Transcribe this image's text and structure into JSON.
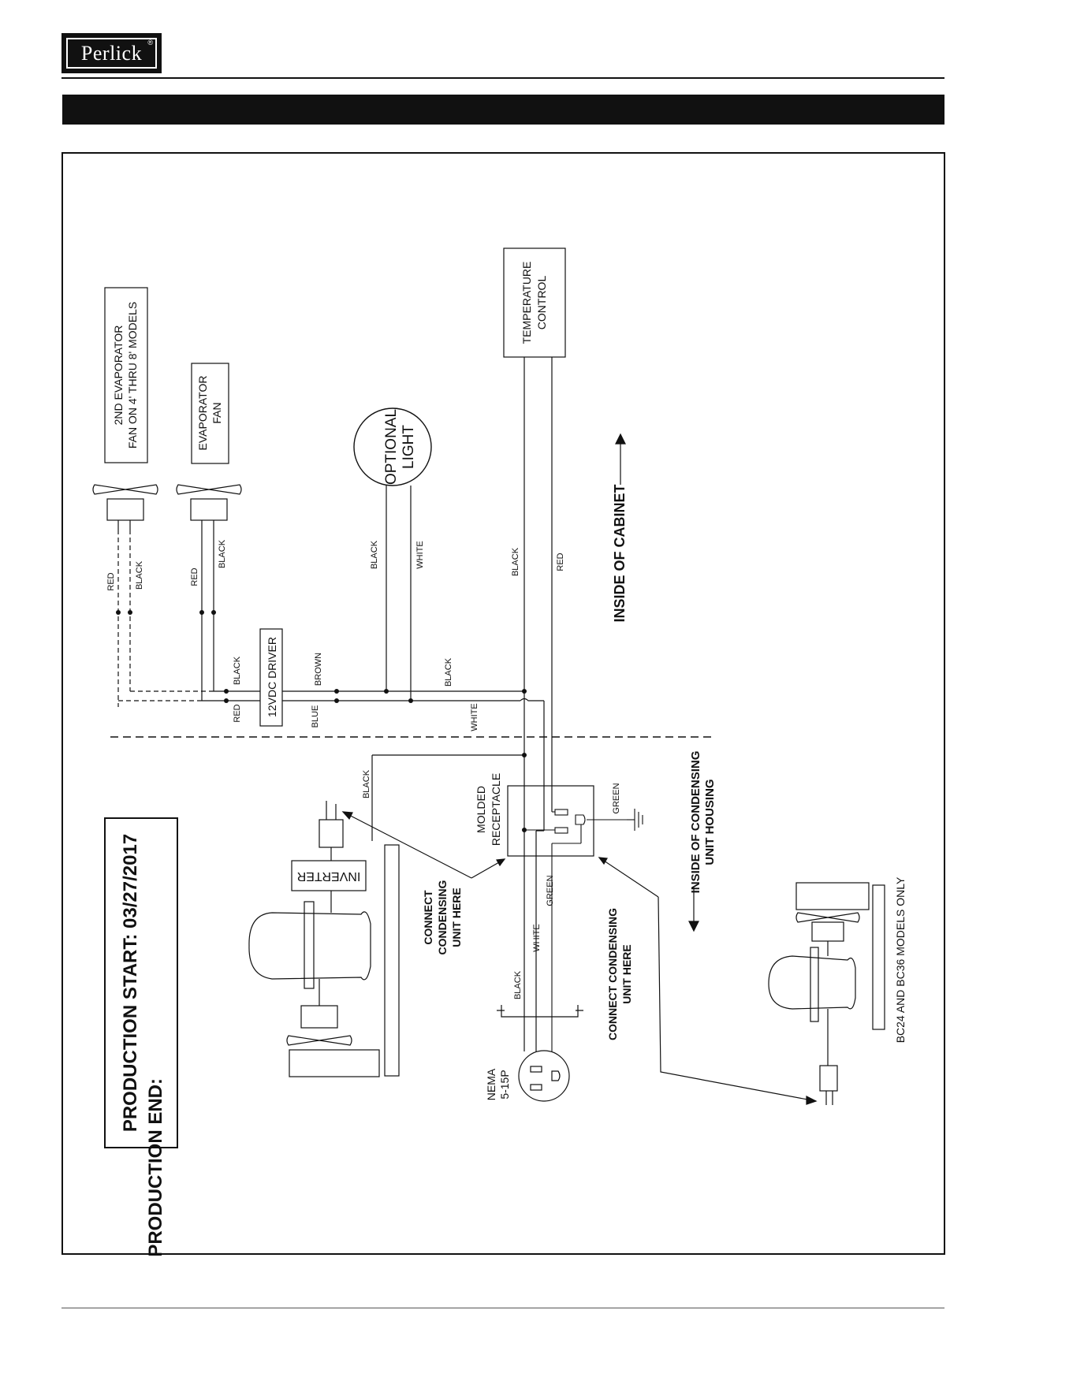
{
  "brand": {
    "logo": "Perlick",
    "registered": "®"
  },
  "diagram": {
    "production_start": "PRODUCTION START: 03/27/2017",
    "production_end": "PRODUCTION END:",
    "components": {
      "second_evap_fan_line1": "2ND EVAPORATOR",
      "second_evap_fan_line2": "FAN ON 4' THRU 8' MODELS",
      "evap_fan_line1": "EVAPORATOR",
      "evap_fan_line2": "FAN",
      "optional_light_line1": "OPTIONAL",
      "optional_light_line2": "LIGHT",
      "temp_control_line1": "TEMPERATURE",
      "temp_control_line2": "CONTROL",
      "driver": "12VDC DRIVER",
      "inverter": "INVERTER",
      "molded_receptacle_line1": "MOLDED",
      "molded_receptacle_line2": "RECEPTACLE",
      "nema_line1": "NEMA",
      "nema_line2": "5-15P"
    },
    "zones": {
      "inside_cabinet": "INSIDE OF CABINET",
      "inside_condensing_line1": "INSIDE OF CONDENSING",
      "inside_condensing_line2": "UNIT HOUSING"
    },
    "notes": {
      "connect_left_line1": "CONNECT",
      "connect_left_line2": "CONDENSING",
      "connect_left_line3": "UNIT HERE",
      "connect_right_line1": "CONNECT CONDENSING",
      "connect_right_line2": "UNIT HERE",
      "bc_models": "BC24 AND BC36 MODELS ONLY"
    },
    "wires": {
      "red": "RED",
      "black": "BLACK",
      "white": "WHITE",
      "brown": "BROWN",
      "blue": "BLUE",
      "green": "GREEN"
    }
  }
}
